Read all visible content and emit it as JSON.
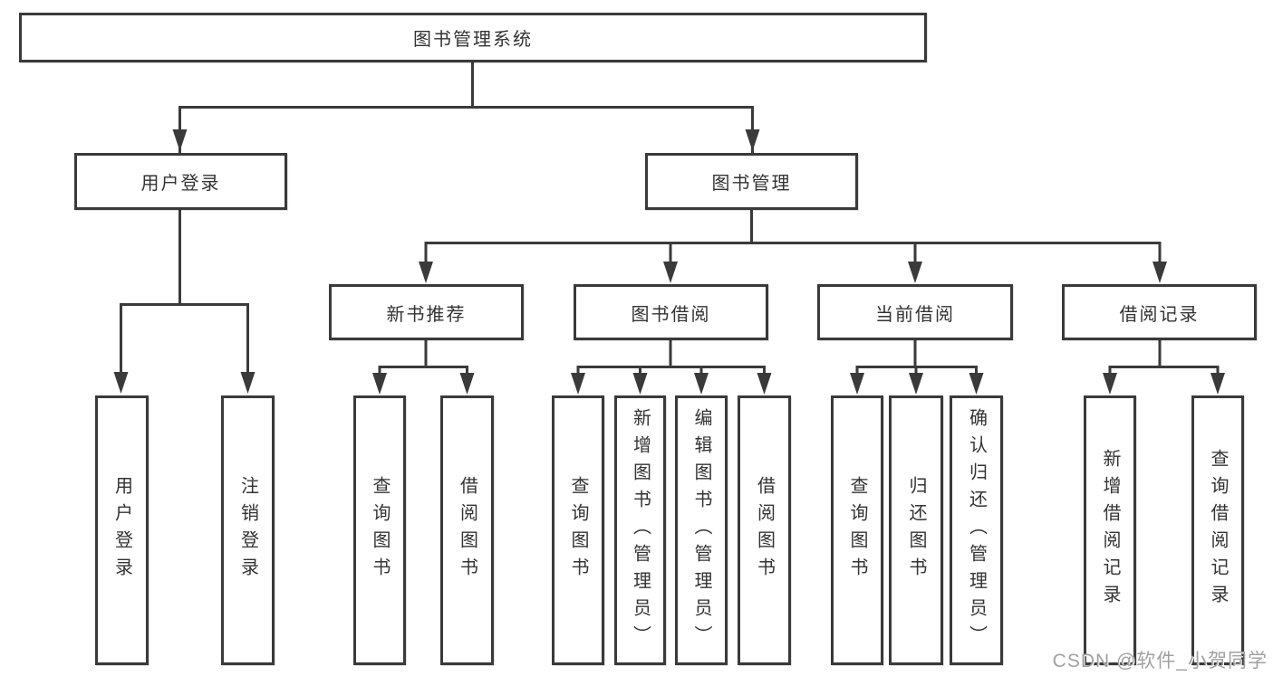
{
  "colors": {
    "line": "#3a3a3a",
    "text": "#333333",
    "background": "#ffffff",
    "watermark": "#a0a0a0"
  },
  "watermark": "CSDN @软件_小贺同学",
  "tree": {
    "root": "图书管理系统",
    "branches": [
      {
        "label": "用户登录",
        "children": [
          "用户登录",
          "注销登录"
        ]
      },
      {
        "label": "图书管理",
        "groups": [
          {
            "label": "新书推荐",
            "children": [
              "查询图书",
              "借阅图书"
            ]
          },
          {
            "label": "图书借阅",
            "children": [
              "查询图书",
              "新增图书（管理员）",
              "编辑图书（管理员）",
              "借阅图书"
            ]
          },
          {
            "label": "当前借阅",
            "children": [
              "查询图书",
              "归还图书",
              "确认归还（管理员）"
            ]
          },
          {
            "label": "借阅记录",
            "children": [
              "新增借阅记录",
              "查询借阅记录"
            ]
          }
        ]
      }
    ]
  }
}
